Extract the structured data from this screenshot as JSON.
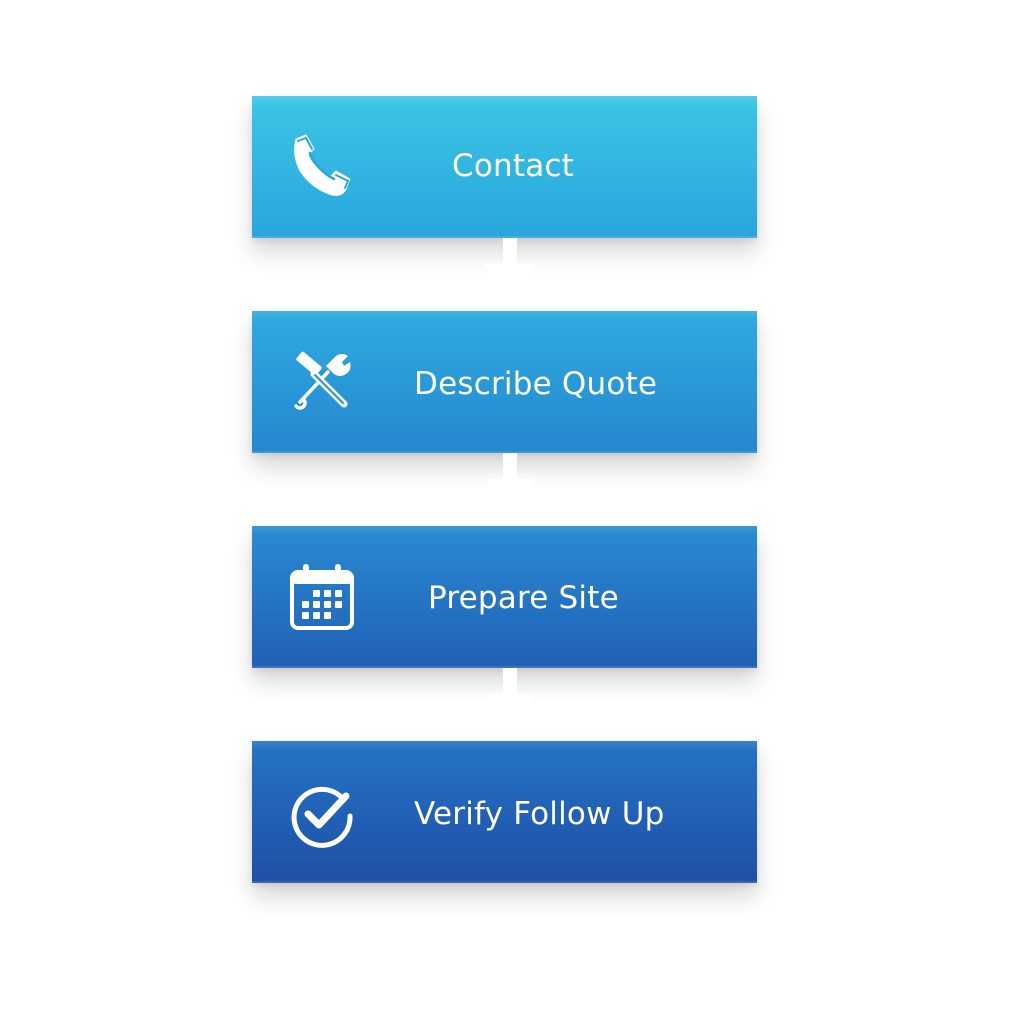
{
  "flowchart": {
    "steps": [
      {
        "label": "Contact",
        "icon": "phone-icon"
      },
      {
        "label": "Describe Quote",
        "icon": "hammer-wrench-icon"
      },
      {
        "label": "Prepare Site",
        "icon": "calendar-icon"
      },
      {
        "label": "Verify Follow Up",
        "icon": "check-circle-icon"
      }
    ],
    "connector_icon": "arrow-down-icon"
  },
  "colors": {
    "background": "#ffffff",
    "step_1": "#35b9e3",
    "step_2": "#2998d7",
    "step_3": "#2577c6",
    "step_4": "#2160b4",
    "text": "#ffffff",
    "arrow": "#ffffff"
  }
}
